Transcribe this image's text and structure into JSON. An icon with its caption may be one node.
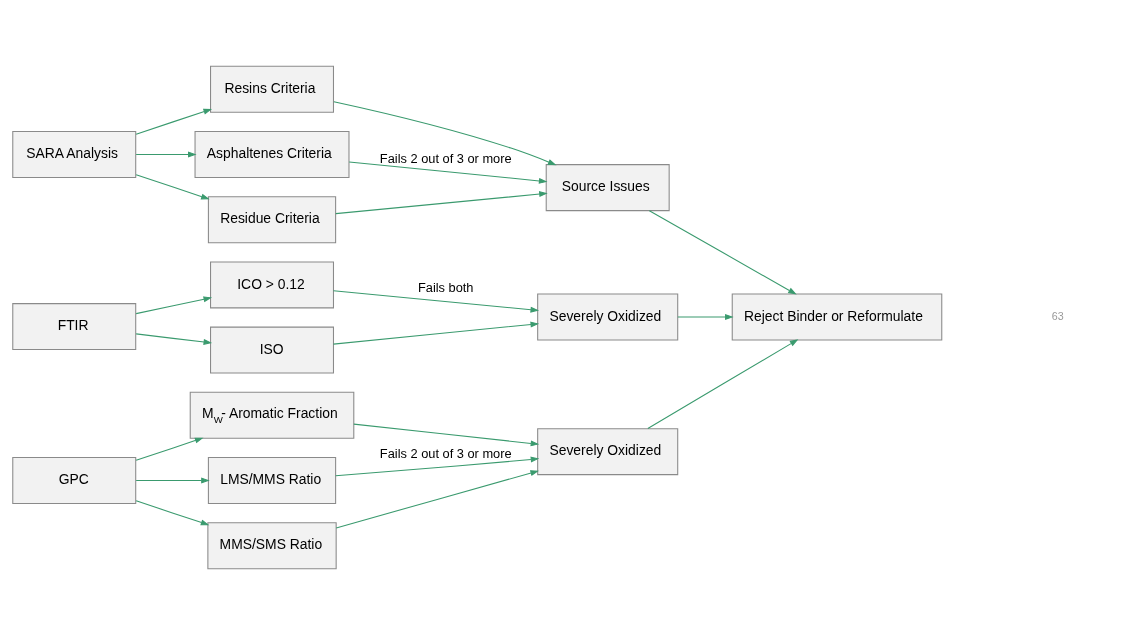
{
  "diagram": {
    "nodes": [
      {
        "text": [
          "SARA Analysis"
        ]
      },
      {
        "text": [
          "Resins Criteria"
        ]
      },
      {
        "text": [
          "Asphaltenes Criteria"
        ]
      },
      {
        "text": [
          "Residue Criteria"
        ]
      },
      {
        "text": [
          "Source Issues"
        ]
      },
      {
        "text": [
          "FTIR"
        ]
      },
      {
        "text": [
          "ICO > 0.12"
        ]
      },
      {
        "text": [
          "ISO"
        ]
      },
      {
        "text": [
          "Severely Oxidized"
        ]
      },
      {
        "text": [
          "GPC"
        ]
      },
      {
        "text": [
          "M$_{W}$- Aromatic Fraction"
        ]
      },
      {
        "text": [
          "LMS/MMS Ratio"
        ]
      },
      {
        "text": [
          "MMS/SMS Ratio"
        ]
      },
      {
        "text": [
          "Severely Oxidized"
        ]
      },
      {
        "text": [
          "Reject Binder or Reformulate"
        ]
      }
    ],
    "edges": [
      {
        "from": 0,
        "to": 1,
        "arrow": "to"
      },
      {
        "from": 0,
        "to": 2,
        "arrow": "to"
      },
      {
        "from": 0,
        "to": 3,
        "arrow": "to"
      },
      {
        "from": 1,
        "to": 4,
        "arrow": "to"
      },
      {
        "from": 2,
        "to": 4,
        "arrow": "to",
        "label": "Fails 2 out of 3 or more"
      },
      {
        "from": 3,
        "to": 4,
        "arrow": "to"
      },
      {
        "from": 5,
        "to": 6,
        "arrow": "to"
      },
      {
        "from": 5,
        "to": 7,
        "arrow": "to"
      },
      {
        "from": 6,
        "to": 8,
        "arrow": "to",
        "label": "Fails both"
      },
      {
        "from": 7,
        "to": 8,
        "arrow": "to"
      },
      {
        "from": 9,
        "to": 10,
        "arrow": "to"
      },
      {
        "from": 9,
        "to": 11,
        "arrow": "to"
      },
      {
        "from": 9,
        "to": 12,
        "arrow": "to"
      },
      {
        "from": 10,
        "to": 13,
        "arrow": "to"
      },
      {
        "from": 11,
        "to": 13,
        "arrow": "to",
        "label": "Fails 2 out of 3 or more"
      },
      {
        "from": 12,
        "to": 13,
        "arrow": "to"
      },
      {
        "from": 4,
        "to": 14,
        "arrow": "to"
      },
      {
        "from": 8,
        "to": 14,
        "arrow": "to"
      },
      {
        "from": 13,
        "to": 14,
        "arrow": "to"
      }
    ],
    "labels": [
      "63"
    ]
  }
}
